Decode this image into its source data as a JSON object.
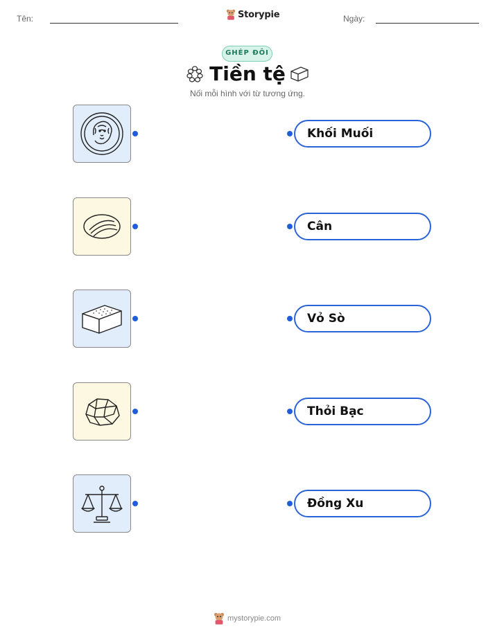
{
  "header": {
    "name_label": "Tên:",
    "date_label": "Ngày:",
    "brand": "Storypie"
  },
  "worksheet": {
    "badge": "GHÉP ĐÔI",
    "title": "Tiền tệ",
    "instruction": "Nối mỗi hình với từ tương ứng."
  },
  "pictures": [
    {
      "icon": "lion-coin-icon",
      "bg": "#e2edfb"
    },
    {
      "icon": "cowrie-shell-icon",
      "bg": "#fdf8e1"
    },
    {
      "icon": "salt-block-icon",
      "bg": "#e2edfb"
    },
    {
      "icon": "silver-nugget-icon",
      "bg": "#fdf8e1"
    },
    {
      "icon": "balance-scale-icon",
      "bg": "#e2edfb"
    }
  ],
  "words": [
    "Khối Muối",
    "Cân",
    "Vỏ Sò",
    "Thỏi Bạc",
    "Đồng Xu"
  ],
  "footer": {
    "site": "mystorypie.com"
  },
  "colors": {
    "accent": "#2a63d8",
    "badge_bg": "#d7f3ea",
    "badge_text": "#1c7a5a"
  }
}
